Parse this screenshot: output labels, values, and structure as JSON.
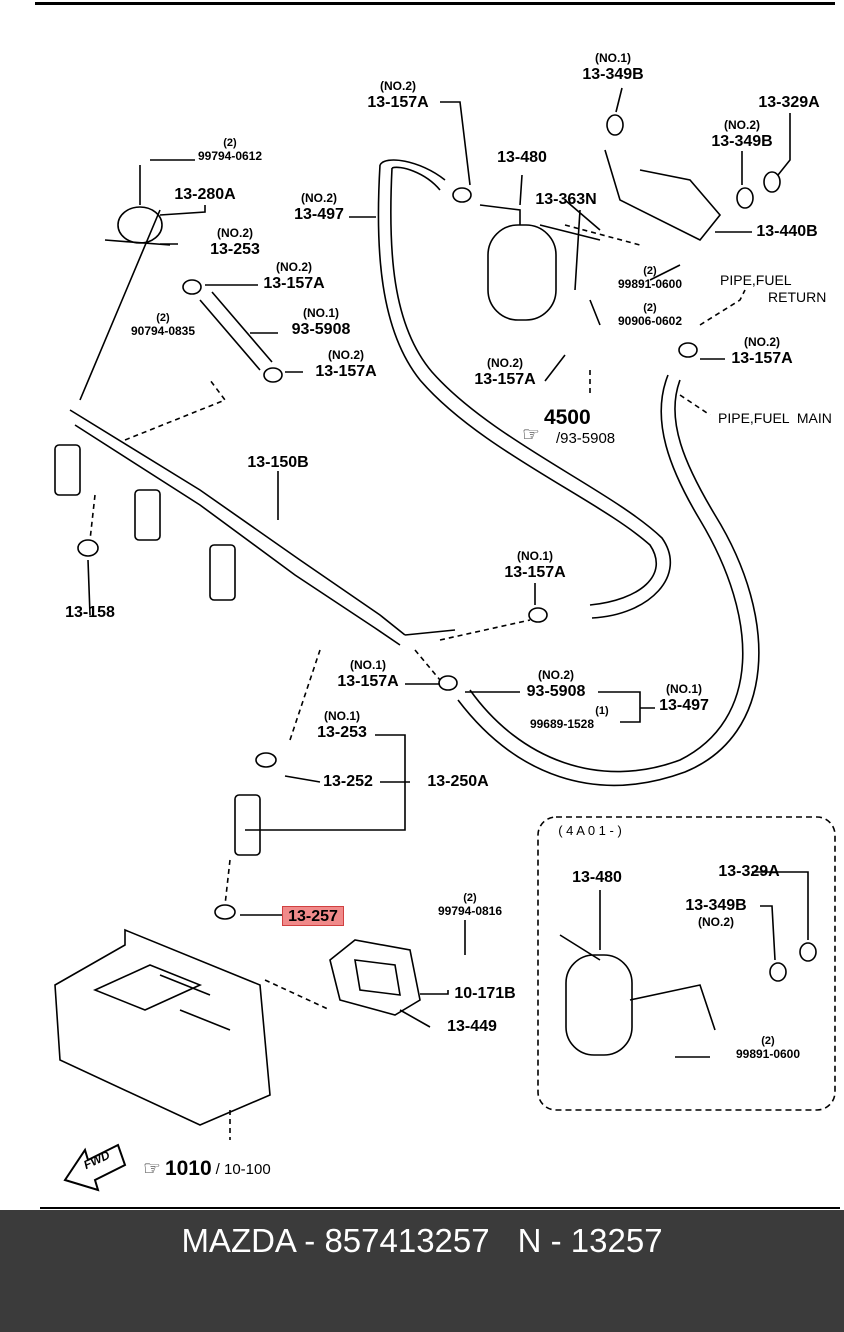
{
  "callouts": [
    {
      "qualifier": "(NO.1)",
      "part": "13-349B"
    },
    {
      "qualifier": "(NO.2)",
      "part": "13-157A"
    },
    {
      "qualifier": "",
      "part": "13-329A"
    },
    {
      "qualifier": "(2)",
      "part": "99794-0612"
    },
    {
      "qualifier": "(NO.2)",
      "part": "13-349B"
    },
    {
      "qualifier": "",
      "part": "13-480"
    },
    {
      "qualifier": "",
      "part": "13-280A"
    },
    {
      "qualifier": "",
      "part": "13-363N"
    },
    {
      "qualifier": "(NO.2)",
      "part": "13-497"
    },
    {
      "qualifier": "",
      "part": "13-440B"
    },
    {
      "qualifier": "(NO.2)",
      "part": "13-253"
    },
    {
      "qualifier": "(NO.2)",
      "part": "13-157A"
    },
    {
      "qualifier": "(2)",
      "part": "99891-0600"
    },
    {
      "qualifier": "(2)",
      "part": "90794-0835"
    },
    {
      "qualifier": "(NO.1)",
      "part": "93-5908"
    },
    {
      "qualifier": "(2)",
      "part": "90906-0602"
    },
    {
      "qualifier": "(NO.2)",
      "part": "13-157A"
    },
    {
      "qualifier": "(NO.2)",
      "part": "13-157A"
    },
    {
      "qualifier": "(NO.2)",
      "part": "13-157A"
    },
    {
      "qualifier": "",
      "part": "13-150B"
    },
    {
      "qualifier": "(NO.1)",
      "part": "13-157A"
    },
    {
      "qualifier": "",
      "part": "13-158"
    },
    {
      "qualifier": "(NO.1)",
      "part": "13-157A"
    },
    {
      "qualifier": "(NO.2)",
      "part": "93-5908"
    },
    {
      "qualifier": "(NO.1)",
      "part": "13-497"
    },
    {
      "qualifier": "(1)",
      "part": "99689-1528"
    },
    {
      "qualifier": "(NO.1)",
      "part": "13-253"
    },
    {
      "qualifier": "",
      "part": "13-252"
    },
    {
      "qualifier": "",
      "part": "13-250A"
    },
    {
      "qualifier": "",
      "part": "13-480"
    },
    {
      "qualifier": "",
      "part": "13-329A"
    },
    {
      "qualifier": "(NO.2)",
      "part": "13-349B"
    },
    {
      "qualifier": "(2)",
      "part": "99794-0816"
    },
    {
      "qualifier": "",
      "part": "10-171B"
    },
    {
      "qualifier": "",
      "part": "13-449"
    },
    {
      "qualifier": "(2)",
      "part": "99891-0600"
    }
  ],
  "highlighted_part": "13-257",
  "highlight_color": "#f08a8a",
  "pipe_return": {
    "line1": "PIPE,FUEL",
    "line2": "RETURN"
  },
  "pipe_main": "PIPE,FUEL  MAIN",
  "refs": [
    {
      "icon": "pointing-hand-icon",
      "number": "4500",
      "sub": "/93-5908"
    },
    {
      "icon": "pointing-hand-icon",
      "number": "1010",
      "sub": "/ 10-100"
    }
  ],
  "inset_label": "( 4 A 0 1 - )",
  "fwd_label": "FWD",
  "footer": {
    "brand": "MAZDA - 857413257",
    "code": "N - 13257",
    "background": "#3b3b3b"
  }
}
